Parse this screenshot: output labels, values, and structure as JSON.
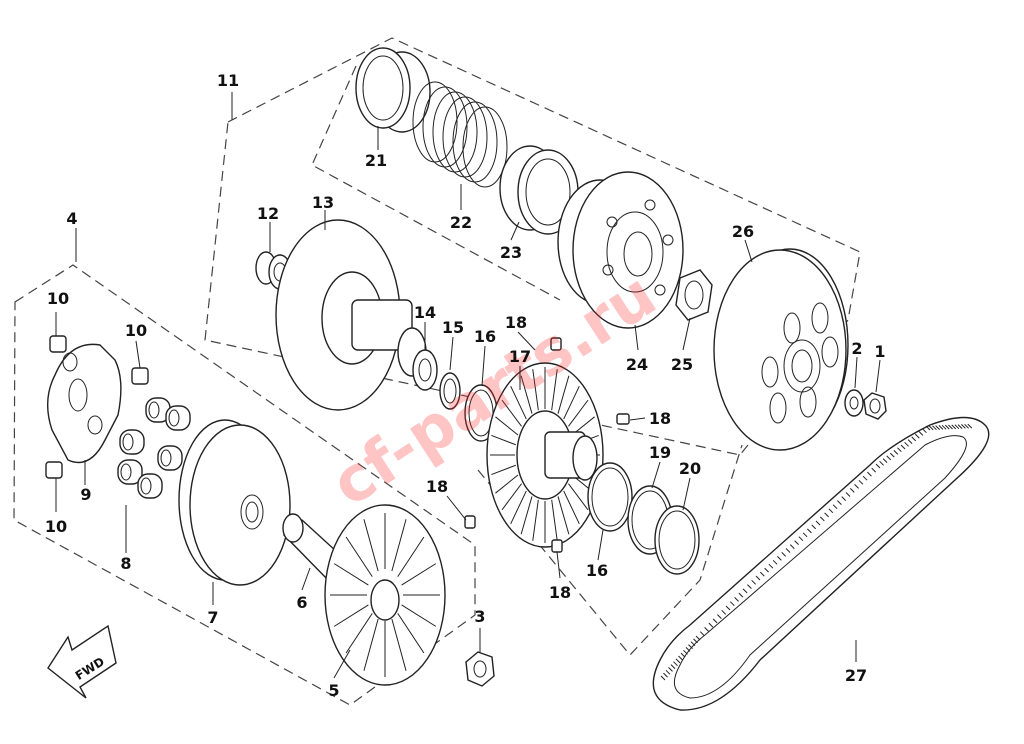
{
  "watermark": "cf-parts.ru",
  "fwd_label": "FWD",
  "callouts": [
    {
      "id": "1",
      "text": "1"
    },
    {
      "id": "2",
      "text": "2"
    },
    {
      "id": "3",
      "text": "3"
    },
    {
      "id": "4",
      "text": "4"
    },
    {
      "id": "5",
      "text": "5"
    },
    {
      "id": "6",
      "text": "6"
    },
    {
      "id": "7",
      "text": "7"
    },
    {
      "id": "8",
      "text": "8"
    },
    {
      "id": "9",
      "text": "9"
    },
    {
      "id": "10a",
      "text": "10"
    },
    {
      "id": "10b",
      "text": "10"
    },
    {
      "id": "10c",
      "text": "10"
    },
    {
      "id": "11",
      "text": "11"
    },
    {
      "id": "12",
      "text": "12"
    },
    {
      "id": "13",
      "text": "13"
    },
    {
      "id": "14",
      "text": "14"
    },
    {
      "id": "15",
      "text": "15"
    },
    {
      "id": "16a",
      "text": "16"
    },
    {
      "id": "16b",
      "text": "16"
    },
    {
      "id": "17",
      "text": "17"
    },
    {
      "id": "18a",
      "text": "18"
    },
    {
      "id": "18b",
      "text": "18"
    },
    {
      "id": "18c",
      "text": "18"
    },
    {
      "id": "18d",
      "text": "18"
    },
    {
      "id": "19",
      "text": "19"
    },
    {
      "id": "20",
      "text": "20"
    },
    {
      "id": "21",
      "text": "21"
    },
    {
      "id": "22",
      "text": "22"
    },
    {
      "id": "23",
      "text": "23"
    },
    {
      "id": "24",
      "text": "24"
    },
    {
      "id": "25",
      "text": "25"
    },
    {
      "id": "26",
      "text": "26"
    },
    {
      "id": "27",
      "text": "27"
    }
  ]
}
